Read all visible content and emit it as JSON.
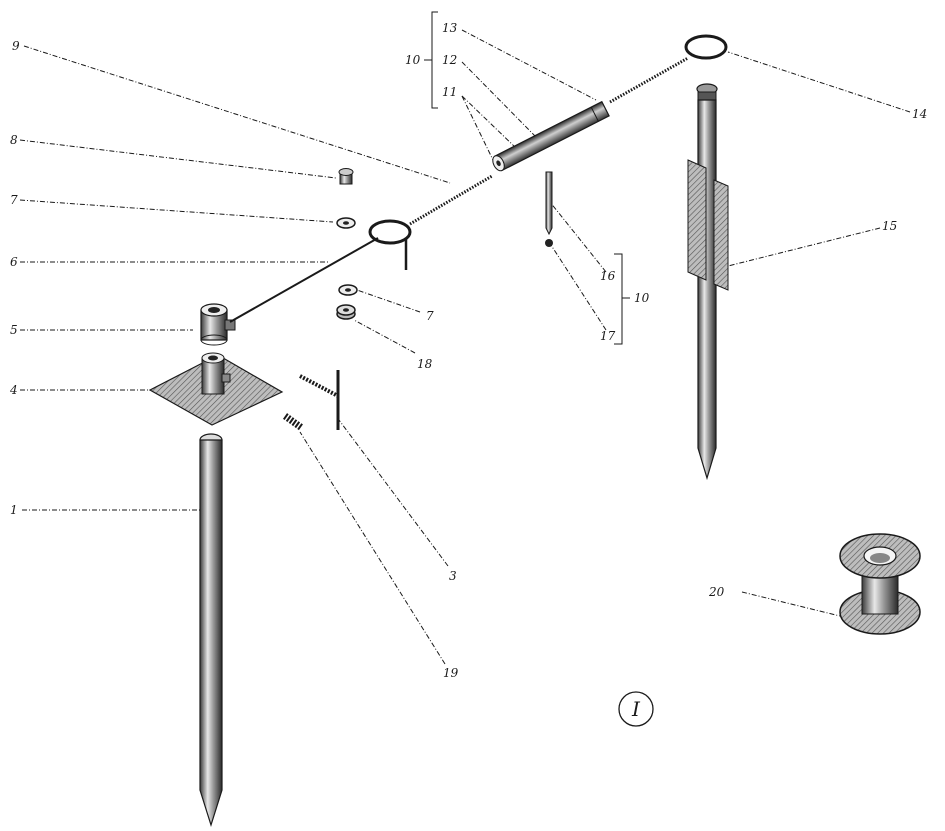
{
  "diagram": {
    "labels": {
      "l1": "1",
      "l3": "3",
      "l4": "4",
      "l5": "5",
      "l6": "6",
      "l7a": "7",
      "l7b": "7",
      "l8": "8",
      "l9": "9",
      "l10a": "10",
      "l10b": "10",
      "l11": "11",
      "l12": "12",
      "l13": "13",
      "l14": "14",
      "l15": "15",
      "l16": "16",
      "l17": "17",
      "l18": "18",
      "l19": "19",
      "l20": "20"
    },
    "figure_number": "I",
    "ink_color": "#1a1a1a"
  }
}
